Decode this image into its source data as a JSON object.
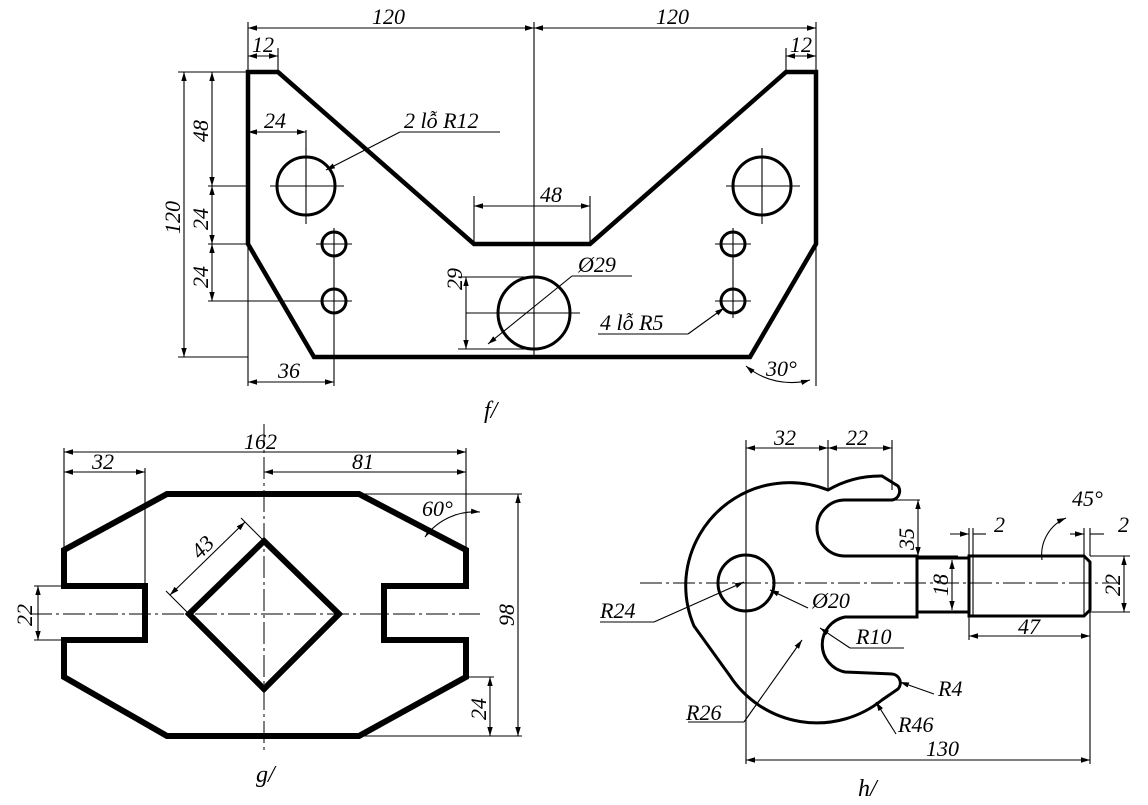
{
  "figures": {
    "f": {
      "caption": "f/",
      "dims": {
        "left_half_width": "120",
        "right_half_width": "120",
        "left_top_flat": "12",
        "right_top_flat": "12",
        "hole_offset_x": "24",
        "big_hole_note": "2 lỗ R12",
        "slot_width": "48",
        "top_to_hole": "48",
        "total_height": "120",
        "hole_gap_1": "24",
        "hole_gap_2": "24",
        "center_hole_height": "29",
        "center_hole_dia": "Ø29",
        "small_hole_note": "4 lỗ R5",
        "bottom_offset": "36",
        "side_angle": "30°"
      }
    },
    "g": {
      "caption": "g/",
      "dims": {
        "total_width": "162",
        "left_slot_depth": "32",
        "half_width": "81",
        "chamfer_angle": "60°",
        "square_side": "43",
        "slot_height": "22",
        "total_height": "98",
        "bottom_step": "24"
      }
    },
    "h": {
      "caption": "h/",
      "dims": {
        "left_to_center": "32",
        "slot_width": "22",
        "jaw_height": "35",
        "chamfer_len": "2",
        "chamfer_len_2": "2",
        "chamfer_angle": "45°",
        "shaft_dia": "22",
        "neck_dia": "18",
        "shaft_length": "47",
        "big_radius": "R24",
        "hole_dia": "Ø20",
        "inner_radius": "R10",
        "tip_radius": "R4",
        "arc_radius": "R26",
        "outer_radius": "R46",
        "total_length": "130"
      }
    }
  }
}
